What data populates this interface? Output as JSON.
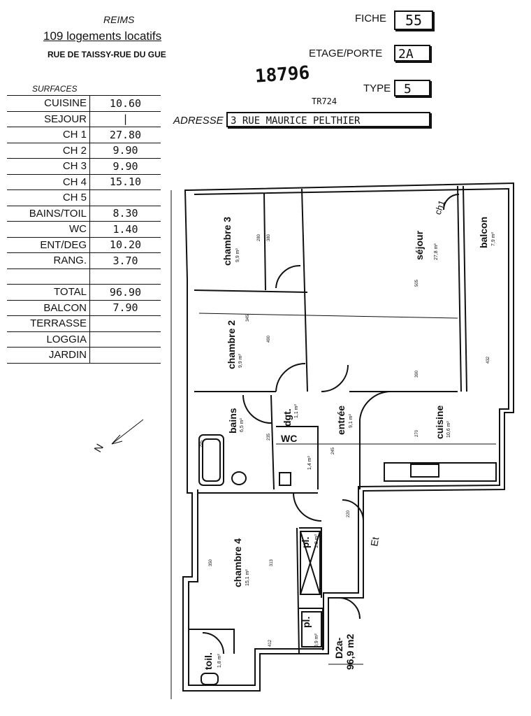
{
  "header": {
    "city": "REIMS",
    "program": "109 logements locatifs",
    "street": "RUE DE TAISSY-RUE DU GUE",
    "stamp_number": "18796",
    "small_code": "TR724"
  },
  "fields": {
    "fiche_label": "FICHE",
    "fiche_value": "55",
    "etage_label": "ETAGE/PORTE",
    "etage_value": "2A",
    "type_label": "TYPE",
    "type_value": "5",
    "adresse_label": "ADRESSE",
    "adresse_value": "3 RUE MAURICE PELTHIER"
  },
  "surfaces": {
    "title": "SURFACES",
    "rows": [
      {
        "label": "CUISINE",
        "value": "10.60"
      },
      {
        "label": "SEJOUR",
        "value": "|"
      },
      {
        "label": "CH 1",
        "value": "27.80"
      },
      {
        "label": "CH 2",
        "value": "9.90"
      },
      {
        "label": "CH 3",
        "value": "9.90"
      },
      {
        "label": "CH 4",
        "value": "15.10"
      },
      {
        "label": "CH 5",
        "value": ""
      },
      {
        "label": "BAINS/TOIL",
        "value": "8.30"
      },
      {
        "label": "WC",
        "value": "1.40"
      },
      {
        "label": "ENT/DEG",
        "value": "10.20"
      },
      {
        "label": "RANG.",
        "value": "3.70"
      },
      {
        "label": "",
        "value": ""
      },
      {
        "label": "TOTAL",
        "value": "96.90"
      },
      {
        "label": "BALCON",
        "value": "7.90"
      },
      {
        "label": "TERRASSE",
        "value": ""
      },
      {
        "label": "LOGGIA",
        "value": ""
      },
      {
        "label": "JARDIN",
        "value": ""
      }
    ]
  },
  "plan": {
    "rooms": {
      "chambre3": "chambre 3",
      "chambre3_area": "9,9 m²",
      "sejour": "séjour",
      "sejour_hand": "ch1",
      "sejour_area": "27,8 m²",
      "balcon": "balcon",
      "balcon_area": "7,9 m²",
      "chambre2": "chambre 2",
      "chambre2_area": "9,9 m²",
      "bains": "bains",
      "bains_area": "6,5 m²",
      "dgt": "dgt.",
      "dgt_area": "1,1 m²",
      "entree": "entrée",
      "entree_area": "9,1 m²",
      "cuisine": "cuisine",
      "cuisine_area": "10,6 m²",
      "wc": "WC",
      "wc_area": "1,4 m²",
      "chambre4": "chambre 4",
      "chambre4_area": "15,1 m²",
      "pl1": "pl.",
      "pl1_area": "1,8 m²",
      "pl2": "pl.",
      "pl2_area": "0,9 m²",
      "toil": "toil.",
      "toil_area": "1,8 m²",
      "et": "Et",
      "unit_code": "D2a-",
      "unit_area": "96,9 m2"
    },
    "north": "N",
    "dims": [
      "280",
      "380",
      "505",
      "490",
      "345",
      "390",
      "235",
      "245",
      "270",
      "295",
      "313",
      "412",
      "350",
      "432",
      "220"
    ]
  }
}
